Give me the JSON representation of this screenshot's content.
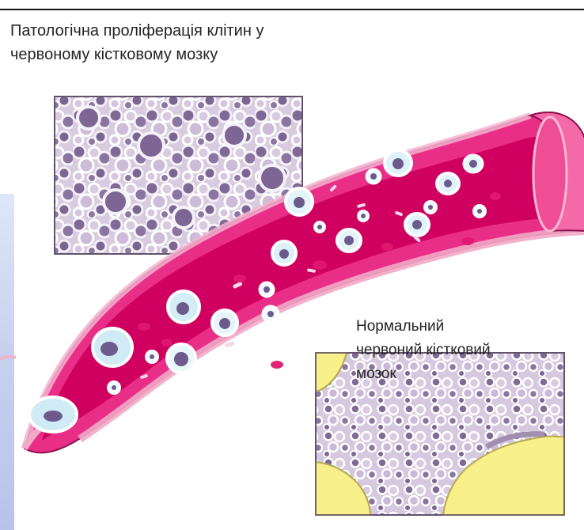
{
  "captions": {
    "pathological": {
      "line1": "Патологічна проліферація клітин у",
      "line2": "червоному кістковому мозку"
    },
    "normal": {
      "line1": "Нормальний",
      "line2": "червоний кістковий",
      "line3": "мозок"
    }
  },
  "colors": {
    "vessel_outer": "#ea2d85",
    "vessel_inner": "#cf005f",
    "vessel_wall_pink": "#f4b2cf",
    "marrow_bg": "#d7c8df",
    "marrow_cell": "#7f6995",
    "yellow_fat": "#f8f08b"
  }
}
